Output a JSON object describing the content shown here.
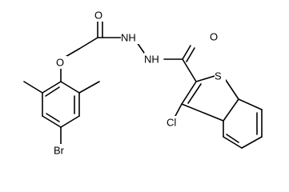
{
  "molecule": {
    "atom_labels": {
      "carbonyl_oxygen_1": "O",
      "ether_oxygen": "O",
      "hydrazide_nh_1": "NH",
      "hydrazide_nh_2": "NH",
      "carbonyl_oxygen_2": "O",
      "thiophene_sulfur": "S",
      "chlorine": "Cl",
      "bromine": "Br"
    }
  }
}
